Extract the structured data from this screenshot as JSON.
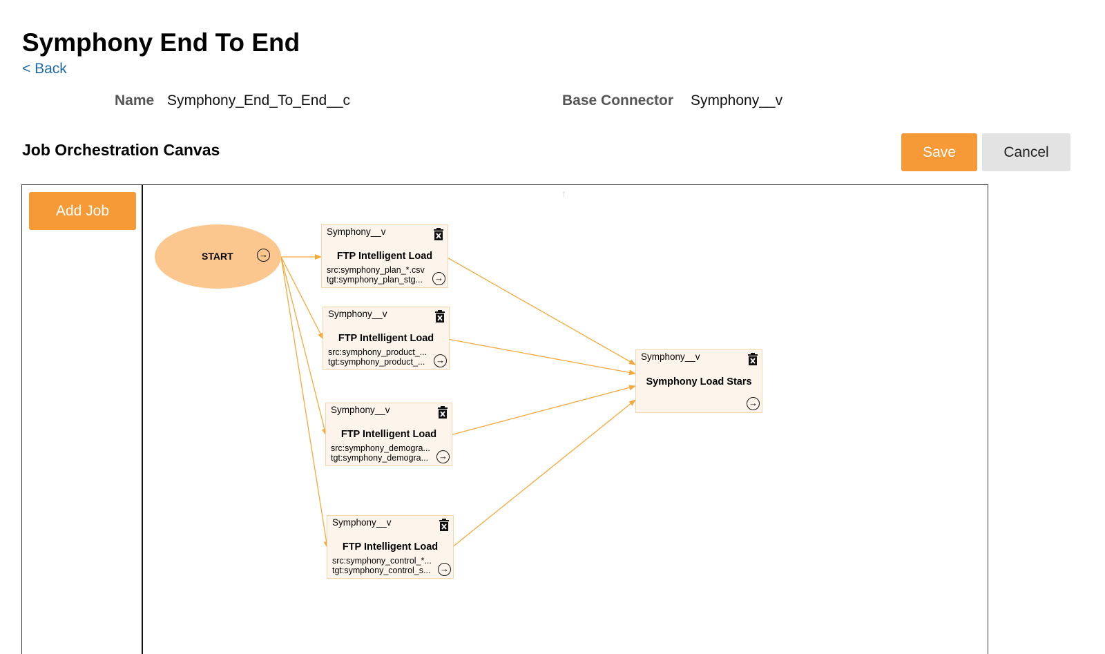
{
  "page": {
    "title": "Symphony End To End",
    "back_label": "< Back"
  },
  "meta": {
    "name_label": "Name",
    "name_value": "Symphony_End_To_End__c",
    "base_connector_label": "Base Connector",
    "base_connector_value": "Symphony__v"
  },
  "canvas_section": {
    "title": "Job Orchestration Canvas",
    "save_label": "Save",
    "cancel_label": "Cancel",
    "add_job_label": "Add Job"
  },
  "colors": {
    "accent": "#f59a37",
    "start_fill": "#fcc78f",
    "node_fill": "#fdf5ec",
    "link": "#f5a93a"
  },
  "start_node": {
    "label": "START",
    "arrow_icon": "circle-arrow-right-icon"
  },
  "jobs": [
    {
      "connector": "Symphony__v",
      "name": "FTP Intelligent Load",
      "src": "src:symphony_plan_*.csv",
      "tgt": "tgt:symphony_plan_stg..."
    },
    {
      "connector": "Symphony__v",
      "name": "FTP Intelligent Load",
      "src": "src:symphony_product_...",
      "tgt": "tgt:symphony_product_..."
    },
    {
      "connector": "Symphony__v",
      "name": "FTP Intelligent Load",
      "src": "src:symphony_demogra...",
      "tgt": "tgt:symphony_demogra..."
    },
    {
      "connector": "Symphony__v",
      "name": "FTP Intelligent Load",
      "src": "src:symphony_control_*...",
      "tgt": "tgt:symphony_control_s..."
    },
    {
      "connector": "Symphony__v",
      "name": "Symphony Load Stars",
      "src": "",
      "tgt": ""
    }
  ]
}
